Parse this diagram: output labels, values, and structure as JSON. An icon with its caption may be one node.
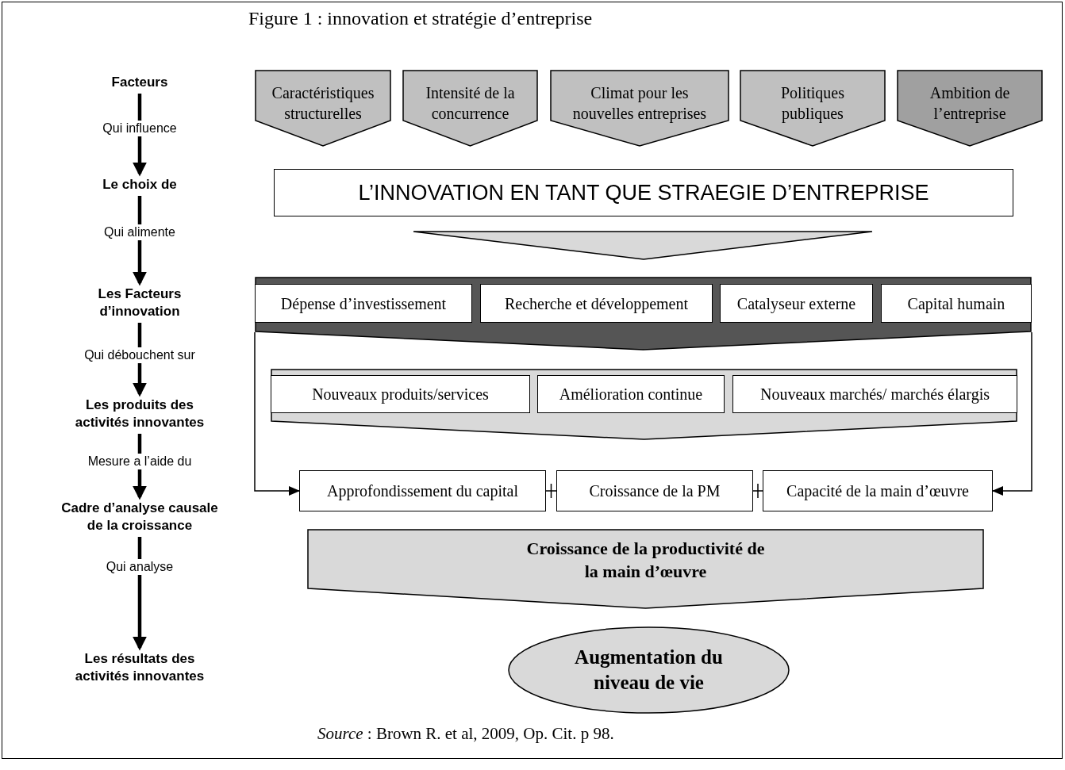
{
  "diagram": {
    "title": "Figure 1 : innovation et stratégie d’entreprise",
    "caption": "*Source* : Brown R. et al, 2009, Op. Cit. p 98.",
    "nodes": [
      {
        "text": [
          "Facteurs"
        ]
      },
      {
        "text": [
          "Le choix de"
        ]
      },
      {
        "text": [
          "Les Facteurs d’innovation"
        ]
      },
      {
        "text": [
          "Les produits des activités innovantes"
        ]
      },
      {
        "text": [
          "Cadre d’analyse causale de la croissance"
        ]
      },
      {
        "text": [
          "Les résultats des activités innovantes"
        ]
      },
      {
        "text": [
          "Caractéristiques structurelles"
        ]
      },
      {
        "text": [
          "Intensité de la concurrence"
        ]
      },
      {
        "text": [
          "Climat pour les nouvelles entreprises"
        ]
      },
      {
        "text": [
          "Politiques publiques"
        ]
      },
      {
        "text": [
          "Ambition de l’entreprise"
        ]
      },
      {
        "text": [
          "L’INNOVATION EN TANT QUE STRAEGIE D’ENTREPRISE"
        ]
      },
      {
        "text": [],
        "shape": "band"
      },
      {
        "text": [
          "Dépense d’investissement"
        ],
        "in": 12
      },
      {
        "text": [
          "Recherche et développement"
        ],
        "in": 12
      },
      {
        "text": [
          "Catalyseur externe"
        ],
        "in": 12
      },
      {
        "text": [
          "Capital humain"
        ],
        "in": 12
      },
      {
        "text": [],
        "shape": "band"
      },
      {
        "text": [
          "Nouveaux produits/services"
        ],
        "in": 17
      },
      {
        "text": [
          "Amélioration continue"
        ],
        "in": 17
      },
      {
        "text": [
          "Nouveaux marchés/ marchés élargis"
        ],
        "in": 17
      },
      {
        "text": [
          "Approfondissement du capital"
        ]
      },
      {
        "text": [
          "Croissance de la PM"
        ]
      },
      {
        "text": [
          "Capacité de la main d’œuvre"
        ]
      },
      {
        "text": [
          "Croissance de la productivité de la main d’œuvre"
        ]
      },
      {
        "text": [
          "Augmentation du niveau de vie"
        ]
      }
    ],
    "edges": [
      {
        "from": 0,
        "to": 1,
        "arrow": "to",
        "label": "Qui influence"
      },
      {
        "from": 1,
        "to": 2,
        "arrow": "to",
        "label": "Qui alimente"
      },
      {
        "from": 2,
        "to": 3,
        "arrow": "to",
        "label": "Qui débouchent sur"
      },
      {
        "from": 3,
        "to": 4,
        "arrow": "to",
        "label": "Mesure a l’aide du"
      },
      {
        "from": 4,
        "to": 5,
        "arrow": "to",
        "label": "Qui analyse"
      },
      {
        "from": 11,
        "to": 12,
        "arrow": "to",
        "style": "thick"
      },
      {
        "from": 12,
        "to": 21,
        "arrow": "to"
      },
      {
        "from": 12,
        "to": 23,
        "arrow": "to"
      },
      {
        "from": 21,
        "to": 22,
        "arrow": "none"
      },
      {
        "from": 22,
        "to": 23,
        "arrow": "none"
      }
    ]
  }
}
